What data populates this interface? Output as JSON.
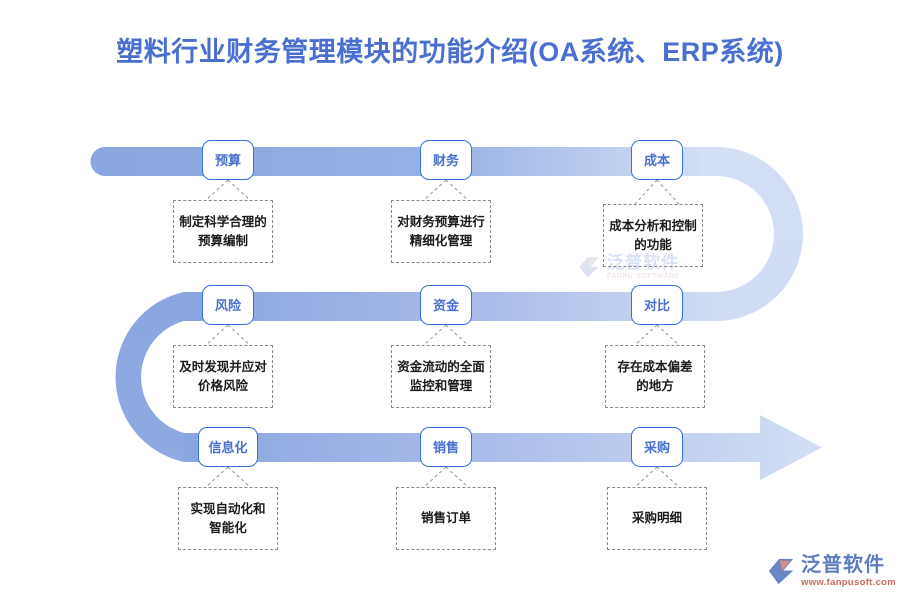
{
  "page": {
    "title": "塑料行业财务管理模块的功能介绍(OA系统、ERP系统)",
    "title_color": "#4a6fd0",
    "background": "#ffffff"
  },
  "diagram": {
    "type": "serpentine-process",
    "band_colors": {
      "row1_start": "#8aa6e0",
      "row1_end": "#d3dff5",
      "row2_start": "#8aa6e0",
      "row2_end": "#cfdcf4",
      "row3_start": "#8aa6e0",
      "row3_end": "#d3dff5",
      "curve_right": "#cbd9f2",
      "curve_left": "#8fa9e2",
      "arrow": "#d3dff5"
    },
    "node_border_color": "#3a6fd8",
    "node_label_color": "#4a6fd0",
    "desc_border_color": "#8a8a8a",
    "desc_text_color": "#1b1b1b",
    "rows": [
      {
        "row_index": 1,
        "nodes": [
          {
            "label": "预算",
            "description": "制定科学合理的\n预算编制"
          },
          {
            "label": "财务",
            "description": "对财务预算进行\n精细化管理"
          },
          {
            "label": "成本",
            "description": "成本分析和控制\n的功能"
          }
        ]
      },
      {
        "row_index": 2,
        "nodes": [
          {
            "label": "风险",
            "description": "及时发现并应对\n价格风险"
          },
          {
            "label": "资金",
            "description": "资金流动的全面\n监控和管理"
          },
          {
            "label": "对比",
            "description": "存在成本偏差\n的地方"
          }
        ]
      },
      {
        "row_index": 3,
        "nodes": [
          {
            "label": "信息化",
            "description": "实现自动化和\n智能化"
          },
          {
            "label": "销售",
            "description": "销售订单"
          },
          {
            "label": "采购",
            "description": "采购明细"
          }
        ]
      }
    ]
  },
  "watermark": {
    "cn": "泛普软件",
    "en": "FANPU SOFTWARE",
    "icon": "fanpu-logo-mark-icon"
  },
  "brand": {
    "cn": "泛普软件",
    "url": "www.fanpusoft.com",
    "icon": "fanpu-logo-mark-icon"
  }
}
